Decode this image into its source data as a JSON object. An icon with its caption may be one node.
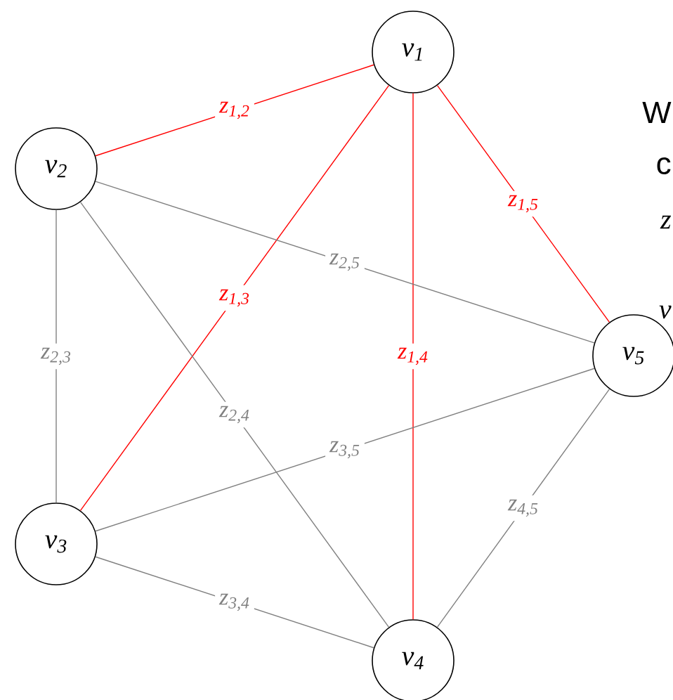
{
  "diagram": {
    "nodes": [
      {
        "text": [
          "v$_{1}$"
        ]
      },
      {
        "text": [
          "v$_{2}$"
        ]
      },
      {
        "text": [
          "v$_{3}$"
        ]
      },
      {
        "text": [
          "v$_{4}$"
        ]
      },
      {
        "text": [
          "v$_{5}$"
        ]
      }
    ],
    "edges": [
      {
        "from": 0,
        "to": 1,
        "arrow": "none",
        "label": "z$_{1,2}$",
        "color": "#ff0000"
      },
      {
        "from": 0,
        "to": 2,
        "arrow": "none",
        "label": "z$_{1,3}$",
        "color": "#ff0000"
      },
      {
        "from": 0,
        "to": 3,
        "arrow": "none",
        "label": "z$_{1,4}$",
        "color": "#ff0000"
      },
      {
        "from": 0,
        "to": 4,
        "arrow": "none",
        "label": "z$_{1,5}$",
        "color": "#ff0000"
      },
      {
        "from": 1,
        "to": 2,
        "arrow": "none",
        "label": "z$_{2,3}$"
      },
      {
        "from": 1,
        "to": 3,
        "arrow": "none",
        "label": "z$_{2,4}$"
      },
      {
        "from": 1,
        "to": 4,
        "arrow": "none",
        "label": "z$_{2,5}$"
      },
      {
        "from": 2,
        "to": 3,
        "arrow": "none",
        "label": "z$_{3,4}$"
      },
      {
        "from": 2,
        "to": 4,
        "arrow": "none",
        "label": "z$_{3,5}$"
      },
      {
        "from": 3,
        "to": 4,
        "arrow": "none",
        "label": "z$_{4,5}$"
      }
    ],
    "labels": [
      "W",
      "c",
      "z",
      "v"
    ]
  }
}
